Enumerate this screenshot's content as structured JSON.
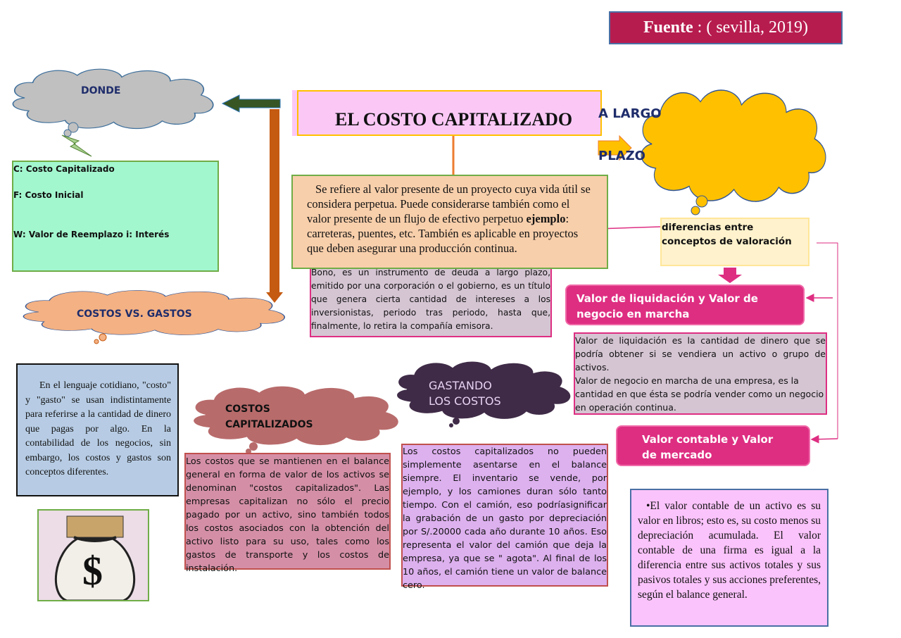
{
  "source": {
    "label": "Fuente",
    "value": " : ( sevilla, 2019)"
  },
  "title": "EL COSTO CAPITALIZADO",
  "long_term": {
    "line1": "A LARGO",
    "line2": "PLAZO"
  },
  "donde": {
    "cloud_label": "DONDE",
    "items": [
      "C: Costo Capitalizado",
      "F: Costo Inicial",
      "W: Valor de Reemplazo i: Interés"
    ]
  },
  "costos_vs_gastos": {
    "cloud_label": "COSTOS VS. GASTOS",
    "text": "En el lenguaje cotidiano, \"costo\" y \"gasto\" se usan indistintamente para referirse a la cantidad de dinero que pagas por algo. En la contabilidad de los negocios, sin embargo, los costos y gastos son conceptos diferentes."
  },
  "definition": {
    "text_before": "Se refiere al valor presente de un proyecto cuya vida útil se considera perpetua. Puede considerarse también como el valor presente de un flujo de efectivo perpetuo ",
    "bold": "ejemplo",
    "text_after": ": carreteras, puentes, etc. También es aplicable en proyectos que deben asegurar una producción continua."
  },
  "bono": "Bono, es un instrumento de deuda a largo plazo, emitido por una corporación o el gobierno, es un título que genera cierta cantidad de intereses a los inversionistas, periodo tras periodo, hasta que, finalmente, lo retira la compañía emisora.",
  "diferencias": "diferencias entre conceptos de valoración",
  "liquidacion": {
    "title": "Valor de liquidación y Valor de negocio en marcha",
    "items": [
      "Valor de liquidación es la cantidad de dinero que se podría obtener si se vendiera un activo o grupo de activos.",
      "Valor de negocio en marcha de una empresa, es la cantidad en que ésta se podría vender como un negocio en operación continua."
    ]
  },
  "contable": {
    "title": "Valor contable y Valor de mercado",
    "text": "•El valor contable de un activo es su valor en libros; esto es, su costo menos su depreciación acumulada. El valor contable de una firma es igual a la diferencia entre sus activos totales y sus pasivos totales y sus acciones preferentes, según el balance general."
  },
  "capitalizados": {
    "cloud_label": "COSTOS CAPITALIZADOS",
    "text": "Los costos que se mantienen en el balance general en forma de valor de los activos se denominan \"costos capitalizados\". Las empresas capitalizan no sólo el precio pagado por un activo, sino también todos los costos asociados con la obtención del activo listo para su uso, tales como los gastos de transporte y los costos de instalación."
  },
  "gastando": {
    "cloud_label": "GASTANDO LOS COSTOS",
    "text": "Los costos capitalizados no pueden simplemente asentarse en el balance siempre. El inventario se vende, por ejemplo, y los camiones duran sólo tanto tiempo. Con el camión, eso podríasignificar la grabación de un gasto por depreciación por S/.20000 cada año durante 10 años. Eso representa el valor del camión que deja la empresa, ya que se \" agota\". Al final de los 10 años, el camión tiene un valor de balance cero."
  },
  "money_bag_symbol": "$",
  "colors": {
    "source_bg": "#b71c4f",
    "magenta": "#de2e82",
    "navy": "#1f2d6b",
    "yellow_cloud": "#ffc000"
  }
}
